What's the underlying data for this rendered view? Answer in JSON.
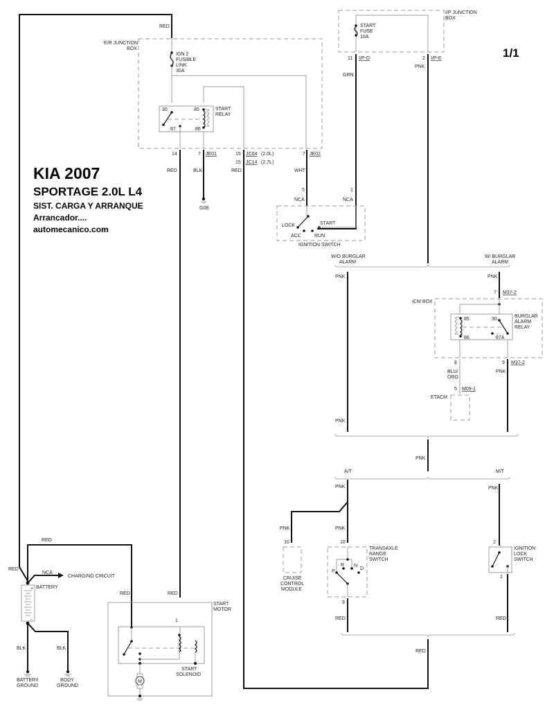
{
  "title": {
    "line1": "KIA 2007",
    "line2": "SPORTAGE  2.0L  L4",
    "line3": "SIST. CARGA Y ARRANQUE",
    "line4": "Arrancador....",
    "line5": "automecanico.com"
  },
  "page_indicator": "1/1",
  "er_junction_box": {
    "label1": "E/R JUNCTION",
    "label2": "BOX",
    "fusible": [
      "IGN 2",
      "FUSIBLE",
      "LINK",
      "30A"
    ],
    "relay_label": [
      "START",
      "RELAY"
    ],
    "relay_pins": {
      "p30": "30",
      "p85": "85",
      "p87": "87",
      "p86": "86"
    }
  },
  "ip_junction_box": {
    "label1": "I/P JUNCTION",
    "label2": "BOX",
    "fuse": [
      "START",
      "FUSE",
      "10A"
    ]
  },
  "connectors": {
    "c14": "14",
    "je01_pin": "7",
    "je01": "JE01",
    "jc04_pin": "15",
    "jc04": "JC04",
    "jc04_note": "(2.0L)",
    "jc14_pin": "15",
    "jc14": "JC14",
    "jc14_note": "(2.7L)",
    "je02_pin": "7",
    "je02": "JE02",
    "ipd_pin": "11",
    "ipd": "I/P-D",
    "ipe_pin": "2",
    "ipe": "I/P-E",
    "ign5": "5",
    "ign1": "1",
    "m37_in_pin": "7",
    "m37_in": "M37-2",
    "m37_out_pin": "9",
    "m37_out": "M37-2",
    "bar_8": "8",
    "m09_pin": "5",
    "m09": "M09-1",
    "ccm_pin": "10",
    "trs_in": "10",
    "trs_out": "9",
    "ils_in": "2",
    "ils_out": "1",
    "sm_pin": "1"
  },
  "wires": {
    "red": "RED",
    "blk": "BLK",
    "wht": "WHT",
    "grn": "GRN",
    "pnk": "PNK",
    "nca": "NCA",
    "bluorg1": "BLU/",
    "bluorg2": "ORG"
  },
  "ground": {
    "g08": "G08",
    "battery1": "BATTERY",
    "battery2": "GROUND",
    "body1": "BODY",
    "body2": "GROUND"
  },
  "ignition_switch": {
    "label": "IGNITION SWITCH",
    "lock": "LOCK",
    "acc": "ACC",
    "run": "RUN",
    "start": "START"
  },
  "alarm": {
    "wo1": "W/O BURGLAR",
    "wo2": "ALARM",
    "w1": "W/ BURGLAR",
    "w2": "ALARM",
    "icm_box": "ICM BOX",
    "relay_label": [
      "BURGLAR",
      "ALARM",
      "RELAY"
    ],
    "pins": {
      "p85": "85",
      "p30": "30",
      "p86": "86",
      "p87a": "87A"
    },
    "etacm": "ETACM"
  },
  "trans": {
    "at": "A/T",
    "mt": "M/T"
  },
  "cruise": [
    "CRUISE",
    "CONTROL",
    "MODULE"
  ],
  "trs": {
    "label": [
      "TRANSAXLE",
      "RANGE",
      "SWITCH"
    ],
    "p": "P",
    "r": "R",
    "n": "N",
    "d": "D"
  },
  "ils": [
    "IGNITION",
    "LOCK",
    "SWITCH"
  ],
  "battery": {
    "label": "BATTERY",
    "charging": "CHARGING CIRCUIT",
    "plus": "+",
    "minus": "-"
  },
  "start_motor": {
    "label1": "START",
    "label2": "MOTOR",
    "solenoid1": "START",
    "solenoid2": "SOLENOID",
    "motor": "M"
  }
}
